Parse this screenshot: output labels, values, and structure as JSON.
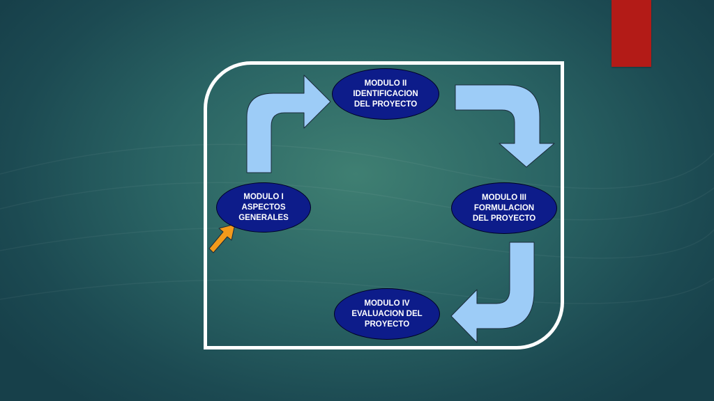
{
  "colors": {
    "node_fill": "#0d1c8a",
    "arrow_fill": "#9dccf7",
    "pointer_arrow": "#f39a1b",
    "accent_tab": "#b31b17",
    "frame": "#ffffff"
  },
  "diagram": {
    "nodes": [
      {
        "lines": [
          "MODULO I",
          "ASPECTOS",
          "GENERALES"
        ]
      },
      {
        "lines": [
          "MODULO II",
          "IDENTIFICACION",
          "DEL PROYECTO"
        ]
      },
      {
        "lines": [
          "MODULO III",
          "FORMULACION",
          "DEL PROYECTO"
        ]
      },
      {
        "lines": [
          "MODULO IV",
          "EVALUACION DEL",
          "PROYECTO"
        ]
      }
    ],
    "flow": [
      "MODULO I",
      "MODULO II",
      "MODULO III",
      "MODULO IV"
    ]
  }
}
